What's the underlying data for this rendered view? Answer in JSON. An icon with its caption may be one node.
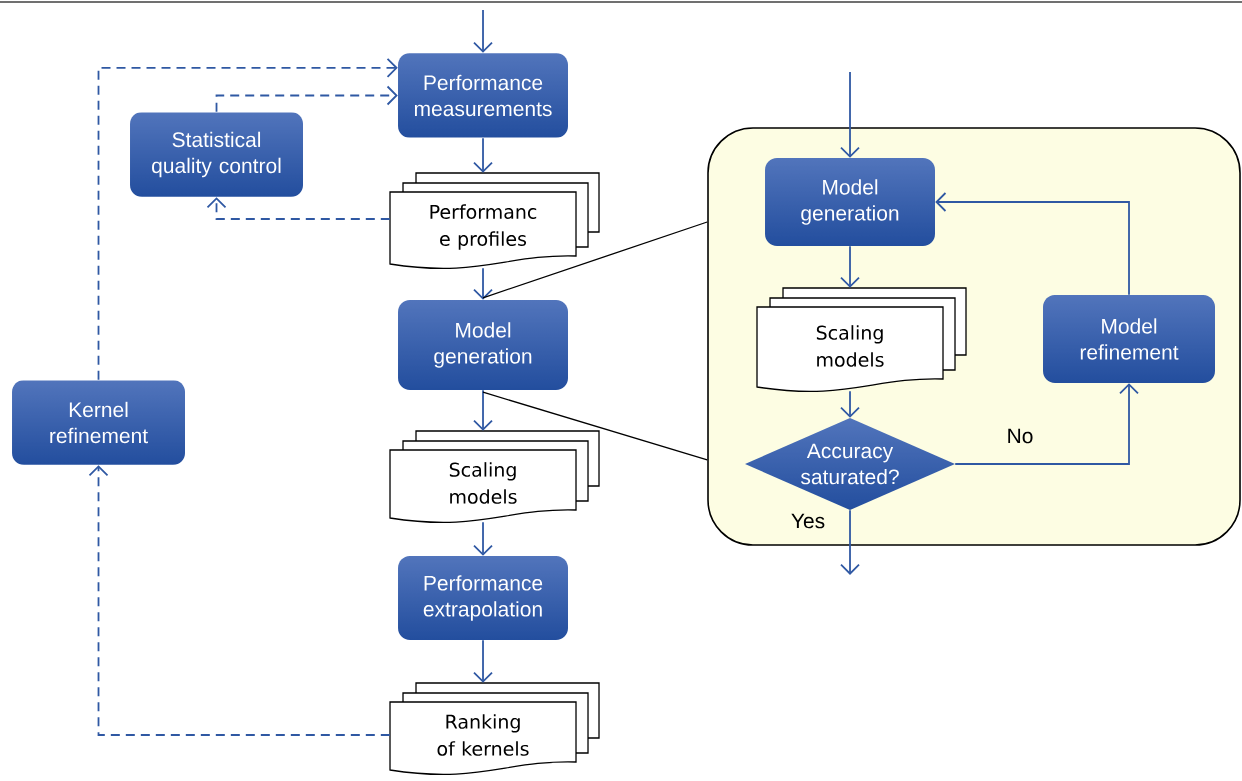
{
  "diagram": {
    "nodes": [
      {
        "text": [
          "Performance measurements"
        ]
      },
      {
        "text": [
          "Statistical quality control"
        ]
      },
      {
        "text": [
          "Performanc e profiles"
        ]
      },
      {
        "text": [
          "Model generation"
        ]
      },
      {
        "text": [
          "Kernel refinement"
        ]
      },
      {
        "text": [
          "Scaling models"
        ]
      },
      {
        "text": [
          "Performance extrapolation"
        ]
      },
      {
        "text": [
          "Ranking of kernels"
        ]
      },
      {
        "text": [],
        "shape": "box"
      },
      {
        "text": [
          "Model generation"
        ],
        "in": 8
      },
      {
        "text": [
          "Scaling models"
        ],
        "in": 8
      },
      {
        "text": [
          "Accuracy saturated?"
        ],
        "in": 8
      },
      {
        "text": [
          "Model refinement"
        ],
        "in": 8
      }
    ],
    "edges": [
      {
        "from": null,
        "to": 0,
        "arrow": "to"
      },
      {
        "from": 0,
        "to": 2,
        "arrow": "to"
      },
      {
        "from": 2,
        "to": 3,
        "arrow": "to"
      },
      {
        "from": 3,
        "to": 5,
        "arrow": "to"
      },
      {
        "from": 5,
        "to": 6,
        "arrow": "to"
      },
      {
        "from": 6,
        "to": 7,
        "arrow": "to"
      },
      {
        "from": 2,
        "to": 1,
        "arrow": "to",
        "style": "dashed"
      },
      {
        "from": 1,
        "to": 0,
        "arrow": "to",
        "style": "dashed"
      },
      {
        "from": 7,
        "to": 4,
        "arrow": "to",
        "style": "dashed"
      },
      {
        "from": 4,
        "to": 0,
        "arrow": "to",
        "style": "dashed"
      },
      {
        "from": null,
        "to": 9,
        "arrow": "to"
      },
      {
        "from": 9,
        "to": 10,
        "arrow": "to"
      },
      {
        "from": 10,
        "to": 11,
        "arrow": "to"
      },
      {
        "from": 11,
        "to": 12,
        "arrow": "to",
        "label": "No"
      },
      {
        "from": 12,
        "to": 9,
        "arrow": "to"
      },
      {
        "from": 11,
        "to": null,
        "arrow": "to",
        "label": "Yes"
      },
      {
        "from": 3,
        "to": 8,
        "arrow": "none",
        "color": "#000000"
      },
      {
        "from": 3,
        "to": 8,
        "arrow": "none",
        "color": "#000000"
      }
    ]
  }
}
